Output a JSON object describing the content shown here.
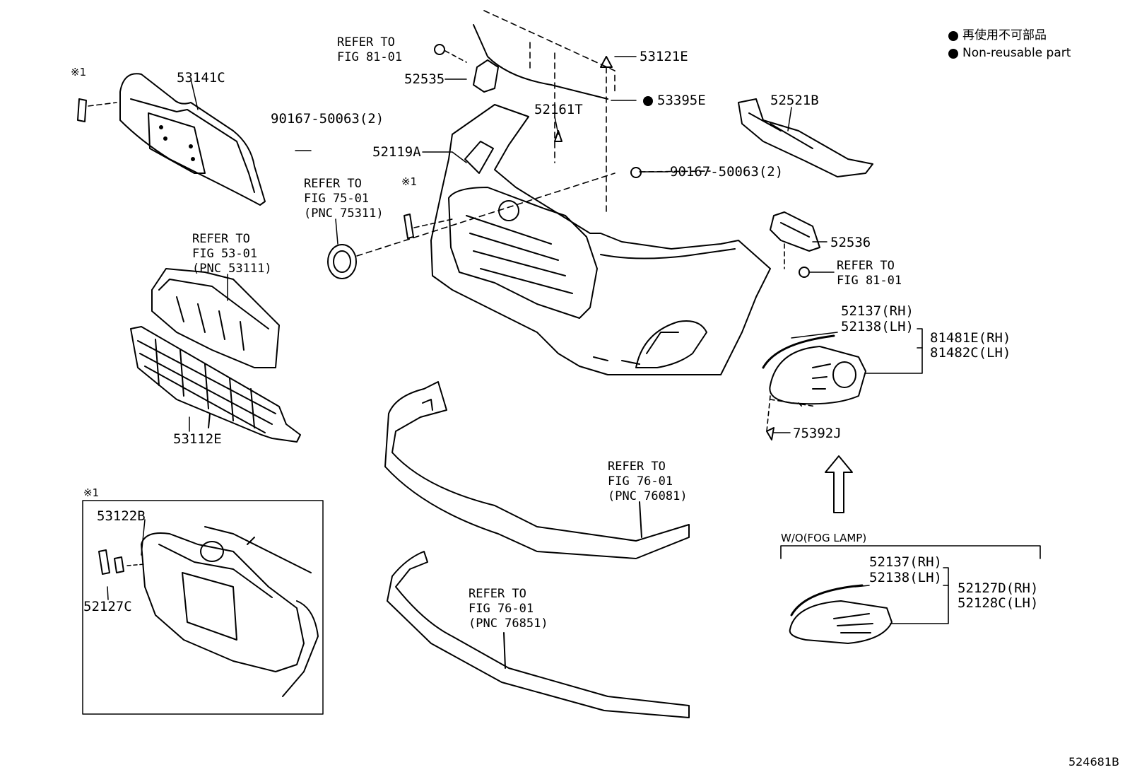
{
  "legend": {
    "items": [
      {
        "symbol": "dot",
        "text": "再使用不可部品"
      },
      {
        "symbol": "dot",
        "text": "Non-reusable part"
      }
    ]
  },
  "notes": {
    "mark_top_left": "※1",
    "mark_center": "※1",
    "mark_inset": "※1"
  },
  "parts": {
    "p53141C": "53141C",
    "p90167_a": "90167-50063(2)",
    "p52535": "52535",
    "p53121E": "53121E",
    "p53395E": "53395E",
    "p52521B": "52521B",
    "p52161T": "52161T",
    "p52119A": "52119A",
    "p90167_b": "90167-50063(2)",
    "p52536": "52536",
    "p52137_rh": "52137(RH)",
    "p52138_lh": "52138(LH)",
    "p81481E_rh": "81481E(RH)",
    "p81482C_lh": "81482C(LH)",
    "p75392J": "75392J",
    "p53112E": "53112E",
    "p53122B": "53122B",
    "p52127C": "52127C",
    "p52137_rh_2": "52137(RH)",
    "p52138_lh_2": "52138(LH)",
    "p52127D_rh": "52127D(RH)",
    "p52128C_lh": "52128C(LH)"
  },
  "refs": {
    "r81_top": [
      "REFER TO",
      "FIG 81-01"
    ],
    "r75": [
      "REFER TO",
      "FIG 75-01",
      "(PNC 75311)"
    ],
    "r53": [
      "REFER TO",
      "FIG 53-01",
      "(PNC 53111)"
    ],
    "r81_right": [
      "REFER TO",
      "FIG 81-01"
    ],
    "r76_a": [
      "REFER TO",
      "FIG 76-01",
      "(PNC 76081)"
    ],
    "r76_b": [
      "REFER TO",
      "FIG 76-01",
      "(PNC 76851)"
    ]
  },
  "variant_label": "W/O(FOG LAMP)",
  "figure_id": "524681B"
}
